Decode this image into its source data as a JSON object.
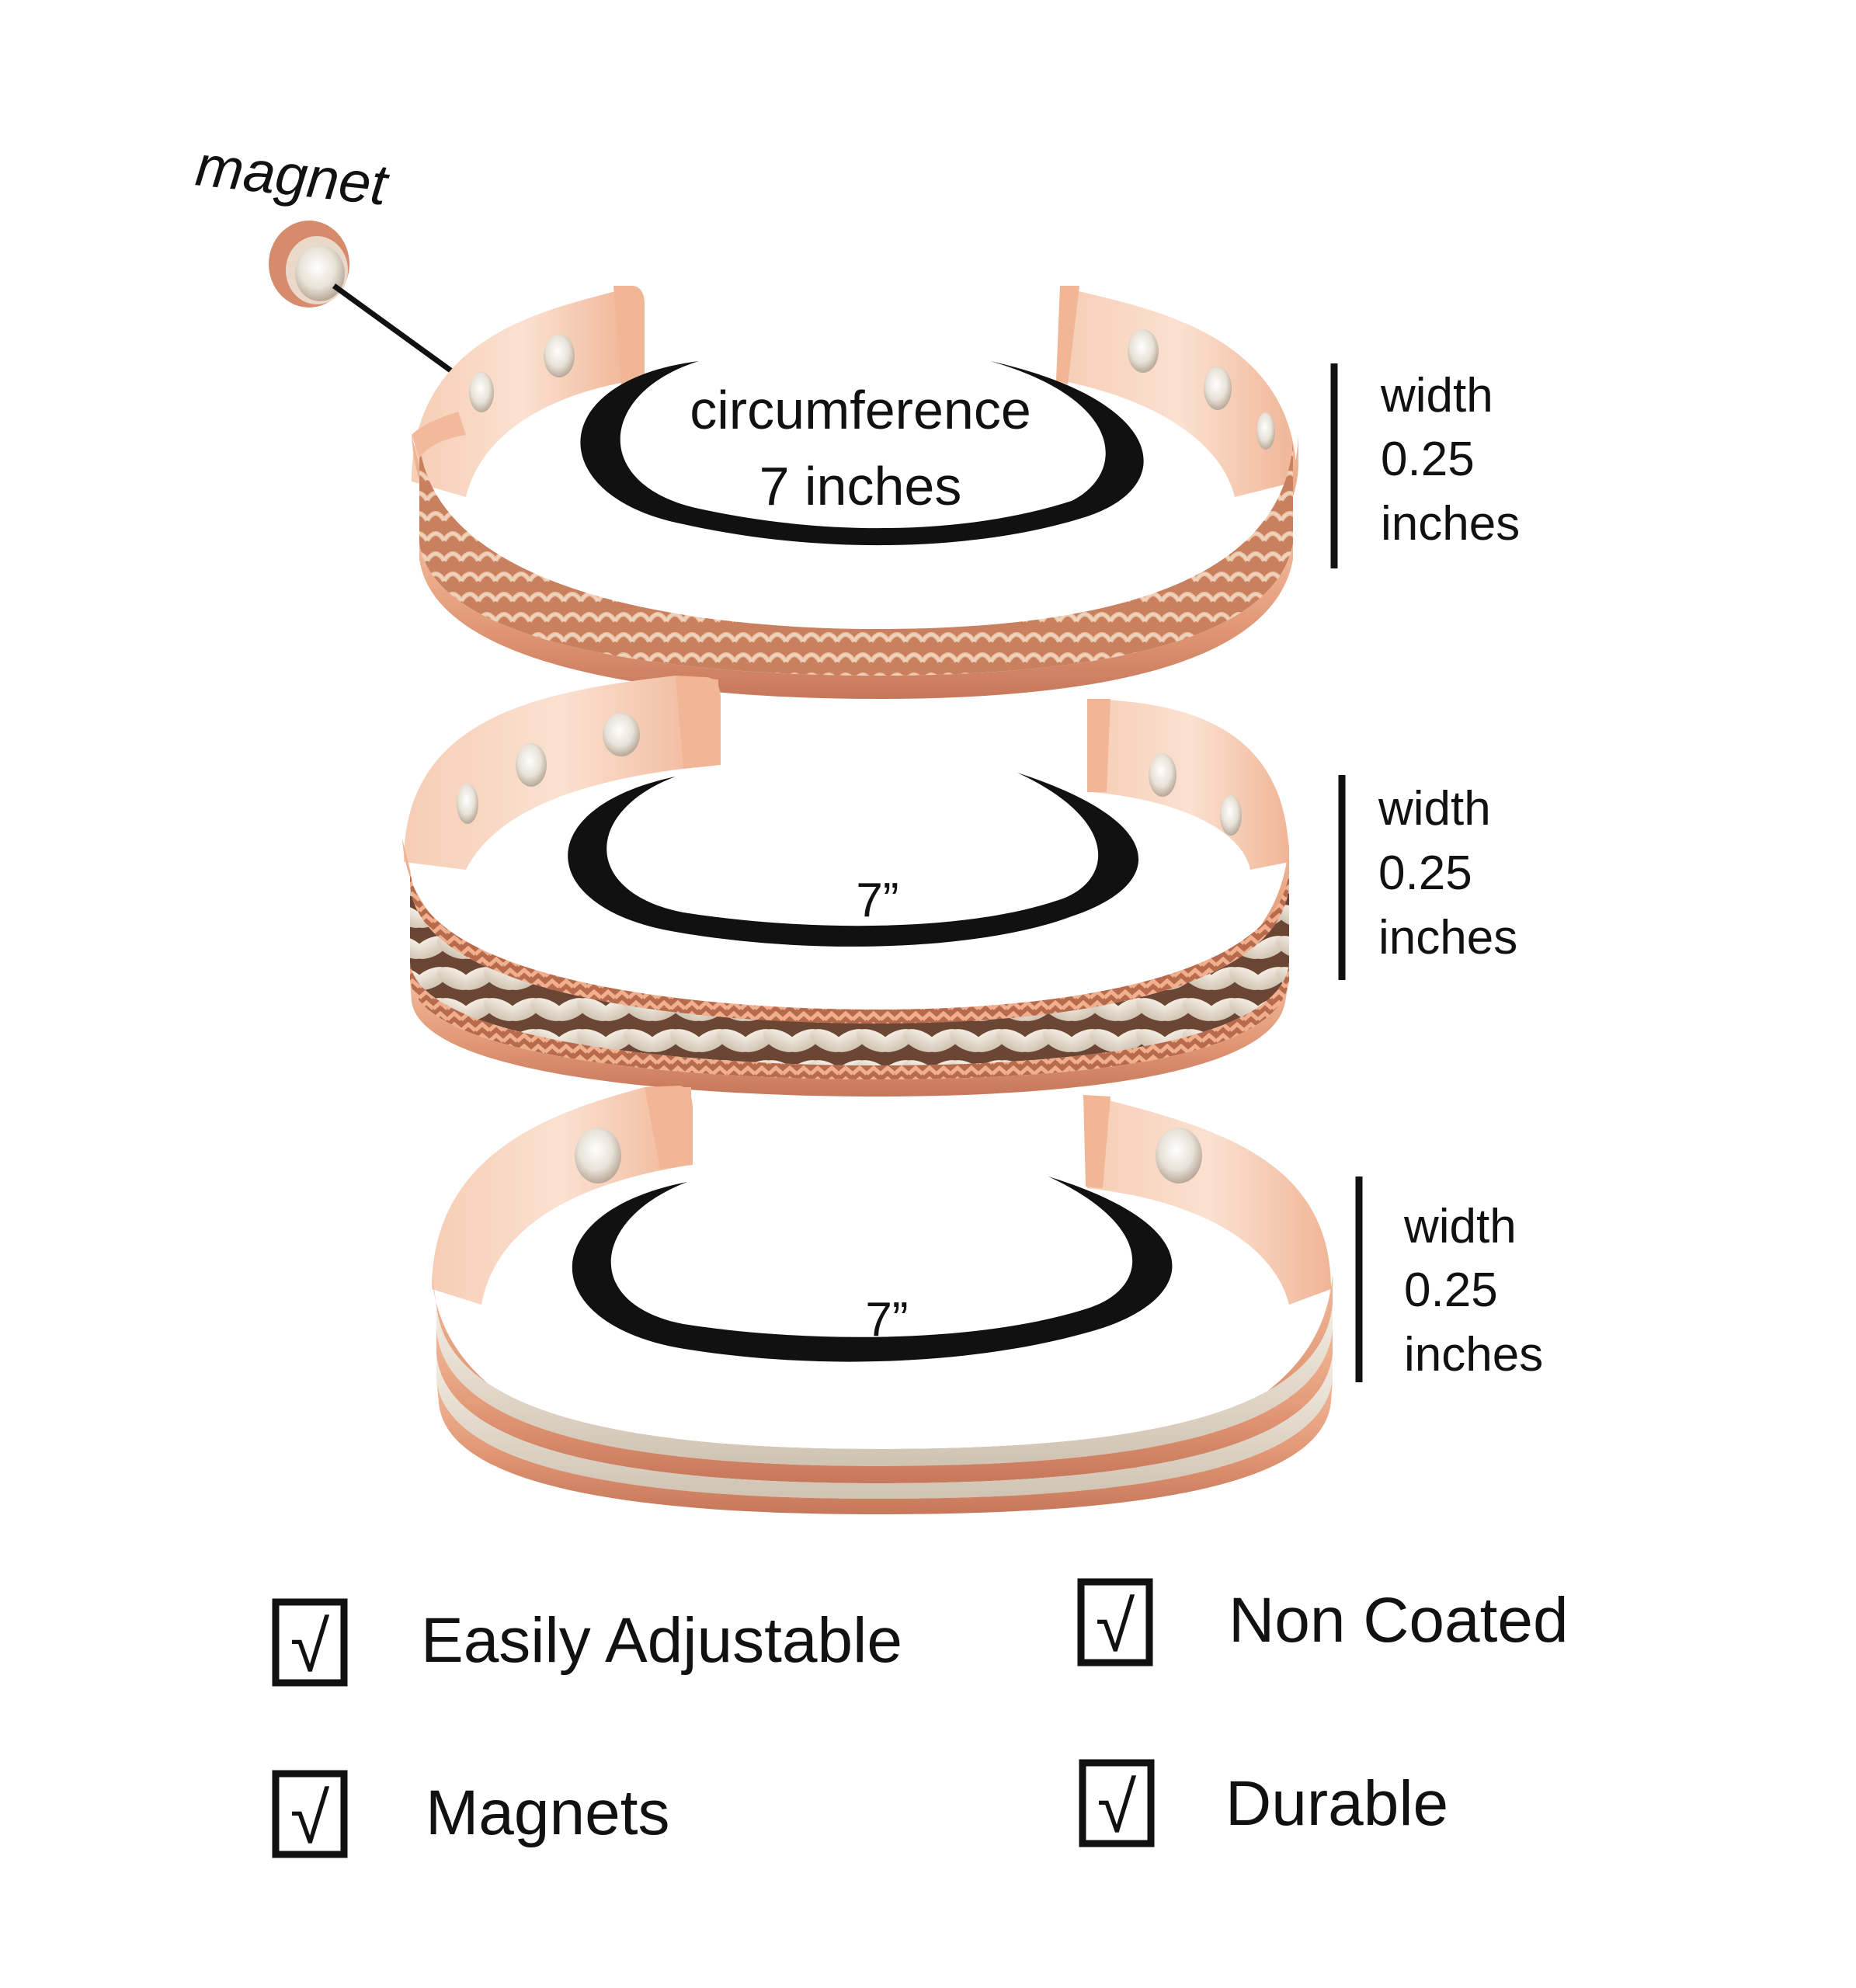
{
  "colors": {
    "copper": "#e39a78",
    "copper_light": "#f3c2a8",
    "copper_dark": "#b9664a",
    "silver": "#e6dccf",
    "ink": "#111111"
  },
  "magnet": {
    "label": "magnet"
  },
  "bracelets": [
    {
      "style": "twisted rope rows",
      "circumference_label_line1": "circumference",
      "circumference_label_line2": "7 inches",
      "width_line1": "width",
      "width_line2": "0.25",
      "width_line3": "inches"
    },
    {
      "style": "silver braid center",
      "circumference_label": "7”",
      "width_line1": "width",
      "width_line2": "0.25",
      "width_line3": "inches"
    },
    {
      "style": "flat stripes",
      "circumference_label": "7”",
      "width_line1": "width",
      "width_line2": "0.25",
      "width_line3": "inches"
    }
  ],
  "features": [
    {
      "label": "Easily Adjustable",
      "checked": true,
      "check_glyph": "√"
    },
    {
      "label": "Non Coated",
      "checked": true,
      "check_glyph": "√"
    },
    {
      "label": "Magnets",
      "checked": true,
      "check_glyph": "√"
    },
    {
      "label": "Durable",
      "checked": true,
      "check_glyph": "√"
    }
  ]
}
